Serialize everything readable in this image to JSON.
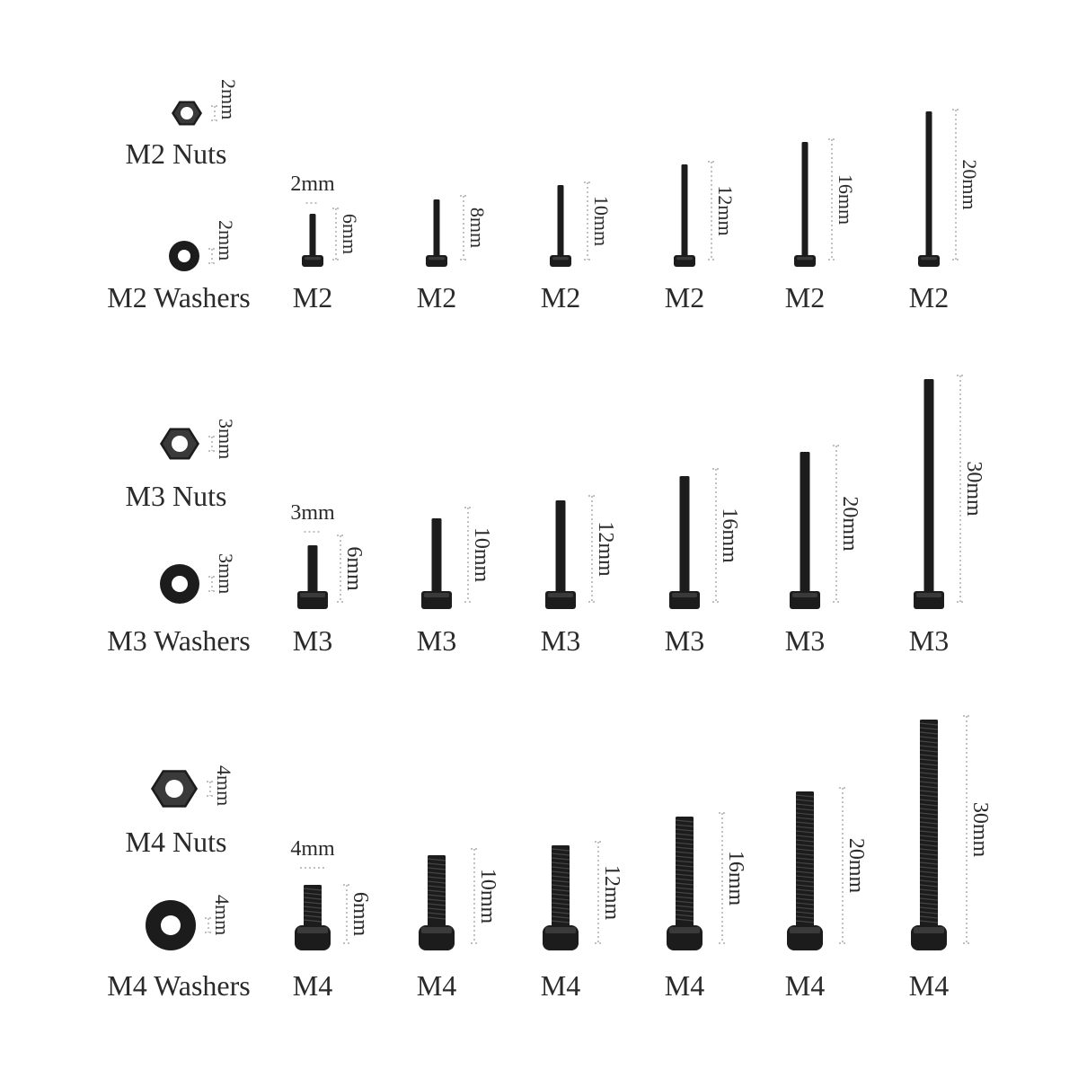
{
  "sections": [
    {
      "size": "M2",
      "nut": {
        "label": "M2 Nuts",
        "thickness": "2mm"
      },
      "washer": {
        "label": "M2 Washers",
        "thickness": "2mm"
      },
      "diameter_label": "2mm",
      "screws": [
        {
          "length": "6mm",
          "label": "M2"
        },
        {
          "length": "8mm",
          "label": "M2"
        },
        {
          "length": "10mm",
          "label": "M2"
        },
        {
          "length": "12mm",
          "label": "M2"
        },
        {
          "length": "16mm",
          "label": "M2"
        },
        {
          "length": "20mm",
          "label": "M2"
        }
      ]
    },
    {
      "size": "M3",
      "nut": {
        "label": "M3 Nuts",
        "thickness": "3mm"
      },
      "washer": {
        "label": "M3 Washers",
        "thickness": "3mm"
      },
      "diameter_label": "3mm",
      "screws": [
        {
          "length": "6mm",
          "label": "M3"
        },
        {
          "length": "10mm",
          "label": "M3"
        },
        {
          "length": "12mm",
          "label": "M3"
        },
        {
          "length": "16mm",
          "label": "M3"
        },
        {
          "length": "20mm",
          "label": "M3"
        },
        {
          "length": "30mm",
          "label": "M3"
        }
      ]
    },
    {
      "size": "M4",
      "nut": {
        "label": "M4 Nuts",
        "thickness": "4mm"
      },
      "washer": {
        "label": "M4 Washers",
        "thickness": "4mm"
      },
      "diameter_label": "4mm",
      "screws": [
        {
          "length": "6mm",
          "label": "M4"
        },
        {
          "length": "10mm",
          "label": "M4"
        },
        {
          "length": "12mm",
          "label": "M4"
        },
        {
          "length": "16mm",
          "label": "M4"
        },
        {
          "length": "20mm",
          "label": "M4"
        },
        {
          "length": "30mm",
          "label": "M4"
        }
      ]
    }
  ],
  "colors": {
    "background": "#ffffff",
    "hardware": "#1c1c1c",
    "text": "#2a2a2a"
  }
}
